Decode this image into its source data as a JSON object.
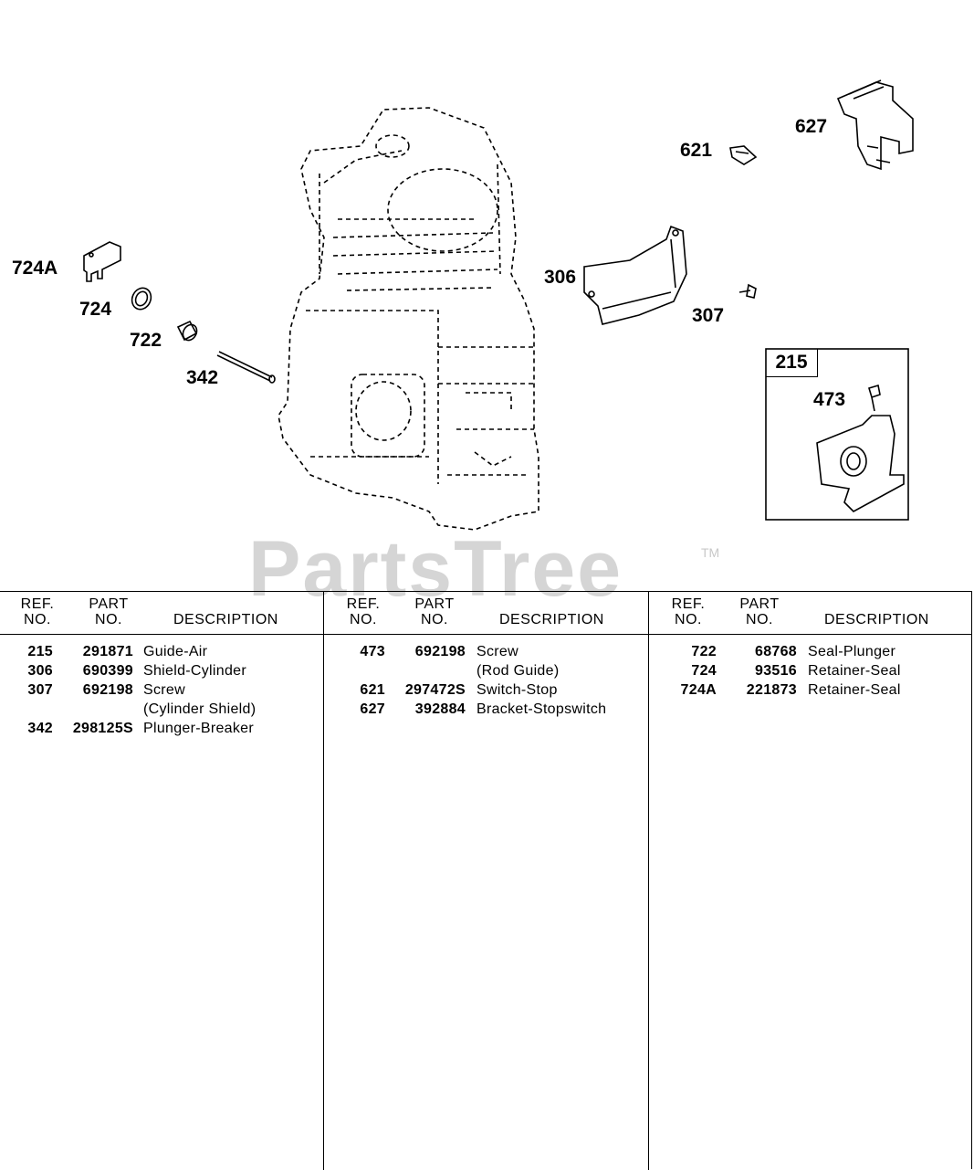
{
  "diagram": {
    "callouts": [
      "724A",
      "724",
      "722",
      "342",
      "621",
      "627",
      "306",
      "307",
      "215",
      "473"
    ],
    "watermark": "PartsTree",
    "trademark": "TM"
  },
  "table": {
    "headers": {
      "ref": [
        "REF.",
        "NO."
      ],
      "part": [
        "PART",
        "NO."
      ],
      "description": "DESCRIPTION"
    },
    "columns": [
      [
        {
          "ref": "215",
          "part": "291871",
          "desc": "Guide-Air"
        },
        {
          "ref": "306",
          "part": "690399",
          "desc": "Shield-Cylinder"
        },
        {
          "ref": "307",
          "part": "692198",
          "desc": "Screw"
        },
        {
          "ref": "",
          "part": "",
          "desc": "(Cylinder Shield)"
        },
        {
          "ref": "342",
          "part": "298125S",
          "desc": "Plunger-Breaker"
        }
      ],
      [
        {
          "ref": "473",
          "part": "692198",
          "desc": "Screw"
        },
        {
          "ref": "",
          "part": "",
          "desc": "(Rod Guide)"
        },
        {
          "ref": "621",
          "part": "297472S",
          "desc": "Switch-Stop"
        },
        {
          "ref": "627",
          "part": "392884",
          "desc": "Bracket-Stopswitch"
        }
      ],
      [
        {
          "ref": "722",
          "part": "68768",
          "desc": "Seal-Plunger"
        },
        {
          "ref": "724",
          "part": "93516",
          "desc": "Retainer-Seal"
        },
        {
          "ref": "724A",
          "part": "221873",
          "desc": "Retainer-Seal"
        }
      ]
    ]
  }
}
